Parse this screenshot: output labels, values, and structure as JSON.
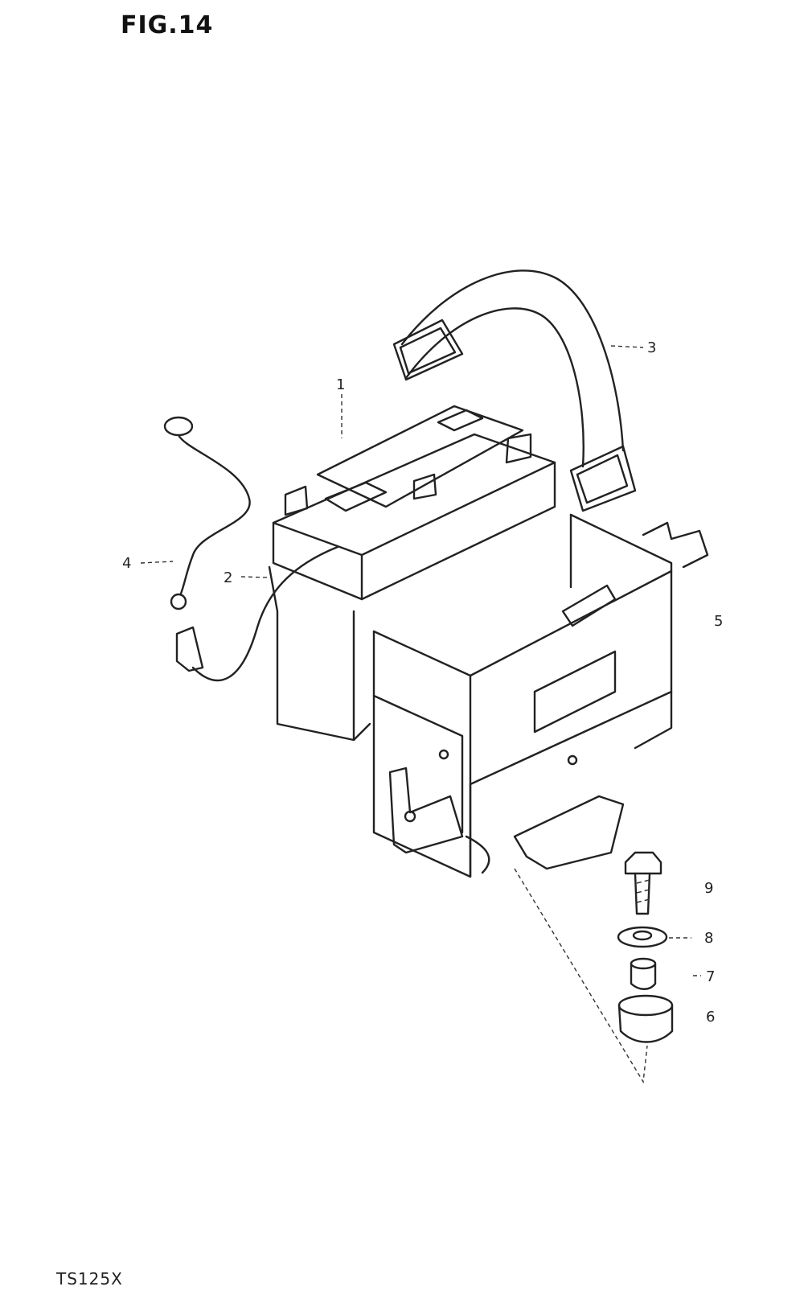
{
  "figure": {
    "title": "FIG.14",
    "model": "TS125X"
  },
  "callouts": [
    {
      "id": "1",
      "label": "1"
    },
    {
      "id": "2",
      "label": "2"
    },
    {
      "id": "3",
      "label": "3"
    },
    {
      "id": "4",
      "label": "4"
    },
    {
      "id": "5",
      "label": "5"
    },
    {
      "id": "6",
      "label": "6"
    },
    {
      "id": "7",
      "label": "7"
    },
    {
      "id": "8",
      "label": "8"
    },
    {
      "id": "9",
      "label": "9"
    }
  ],
  "parts": {
    "battery": "battery-drawing",
    "strap": "battery-strap-drawing",
    "case": "battery-case-drawing",
    "cable": "ground-cable-drawing",
    "bolt": "bolt-drawing",
    "washer": "washer-drawing",
    "spacer": "spacer-drawing",
    "cushion": "cushion-drawing"
  }
}
